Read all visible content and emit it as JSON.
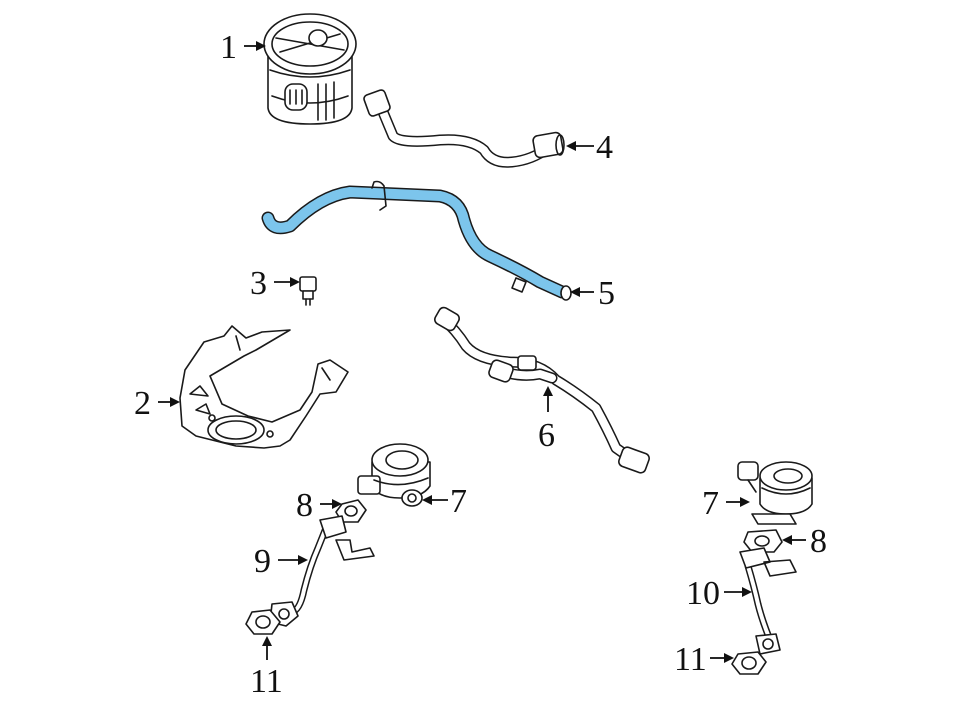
{
  "diagram": {
    "highlight_color": "#7cc5ec",
    "line_color": "#1a1a1a",
    "callouts": [
      {
        "id": "c1",
        "label": "1"
      },
      {
        "id": "c2",
        "label": "2"
      },
      {
        "id": "c3",
        "label": "3"
      },
      {
        "id": "c4",
        "label": "4"
      },
      {
        "id": "c5",
        "label": "5"
      },
      {
        "id": "c6",
        "label": "6"
      },
      {
        "id": "c7a",
        "label": "7"
      },
      {
        "id": "c8a",
        "label": "8"
      },
      {
        "id": "c9",
        "label": "9"
      },
      {
        "id": "c11a",
        "label": "11"
      },
      {
        "id": "c7b",
        "label": "7"
      },
      {
        "id": "c8b",
        "label": "8"
      },
      {
        "id": "c10",
        "label": "10"
      },
      {
        "id": "c11b",
        "label": "11"
      }
    ]
  }
}
